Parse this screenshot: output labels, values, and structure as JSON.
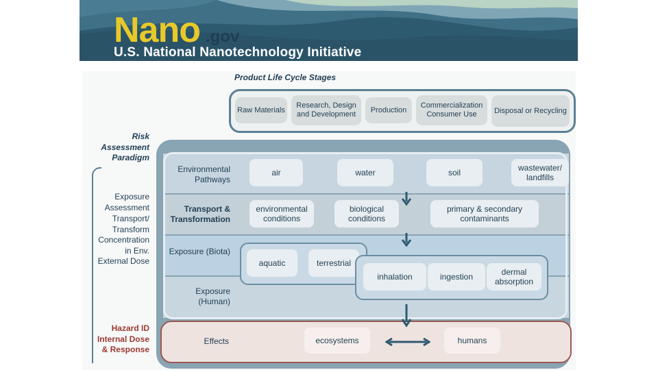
{
  "header": {
    "logo_main": "Nano",
    "logo_suffix": ".gov",
    "subtitle": "U.S. National Nanotechnology Initiative"
  },
  "diagram": {
    "lifecycle_title": "Product Life Cycle Stages",
    "lifecycle_stages": [
      "Raw Materials",
      "Research, Design and Development",
      "Production",
      "Commercialization Consumer Use",
      "Disposal or Recycling"
    ],
    "paradigm_title": "Risk Assessment Paradigm",
    "exposure_assessment": "Exposure Assessment",
    "exposure_terms": "Transport/ Transform Concentration in Env. External Dose",
    "hazard": "Hazard ID Internal Dose & Response",
    "rows": {
      "env_pathways": "Environmental Pathways",
      "transport": "Transport & Transformation",
      "exposure_biota": "Exposure (Biota)",
      "exposure_human": "Exposure (Human)",
      "effects": "Effects"
    },
    "env_items": [
      "air",
      "water",
      "soil",
      "wastewater/ landfills"
    ],
    "transport_items": [
      "environmental conditions",
      "biological conditions",
      "primary & secondary contaminants"
    ],
    "biota_items": [
      "aquatic",
      "terrestrial"
    ],
    "human_items": [
      "inhalation",
      "ingestion",
      "dermal absorption"
    ],
    "effects_items": [
      "ecosystems",
      "humans"
    ],
    "colors": {
      "header_bg": "#2e5a70",
      "logo_yellow": "#e8c92a",
      "frame": "#89a4b3",
      "text": "#1f3e52",
      "hazard_red": "#9d3a30",
      "effects_border": "#9d5a52"
    }
  }
}
